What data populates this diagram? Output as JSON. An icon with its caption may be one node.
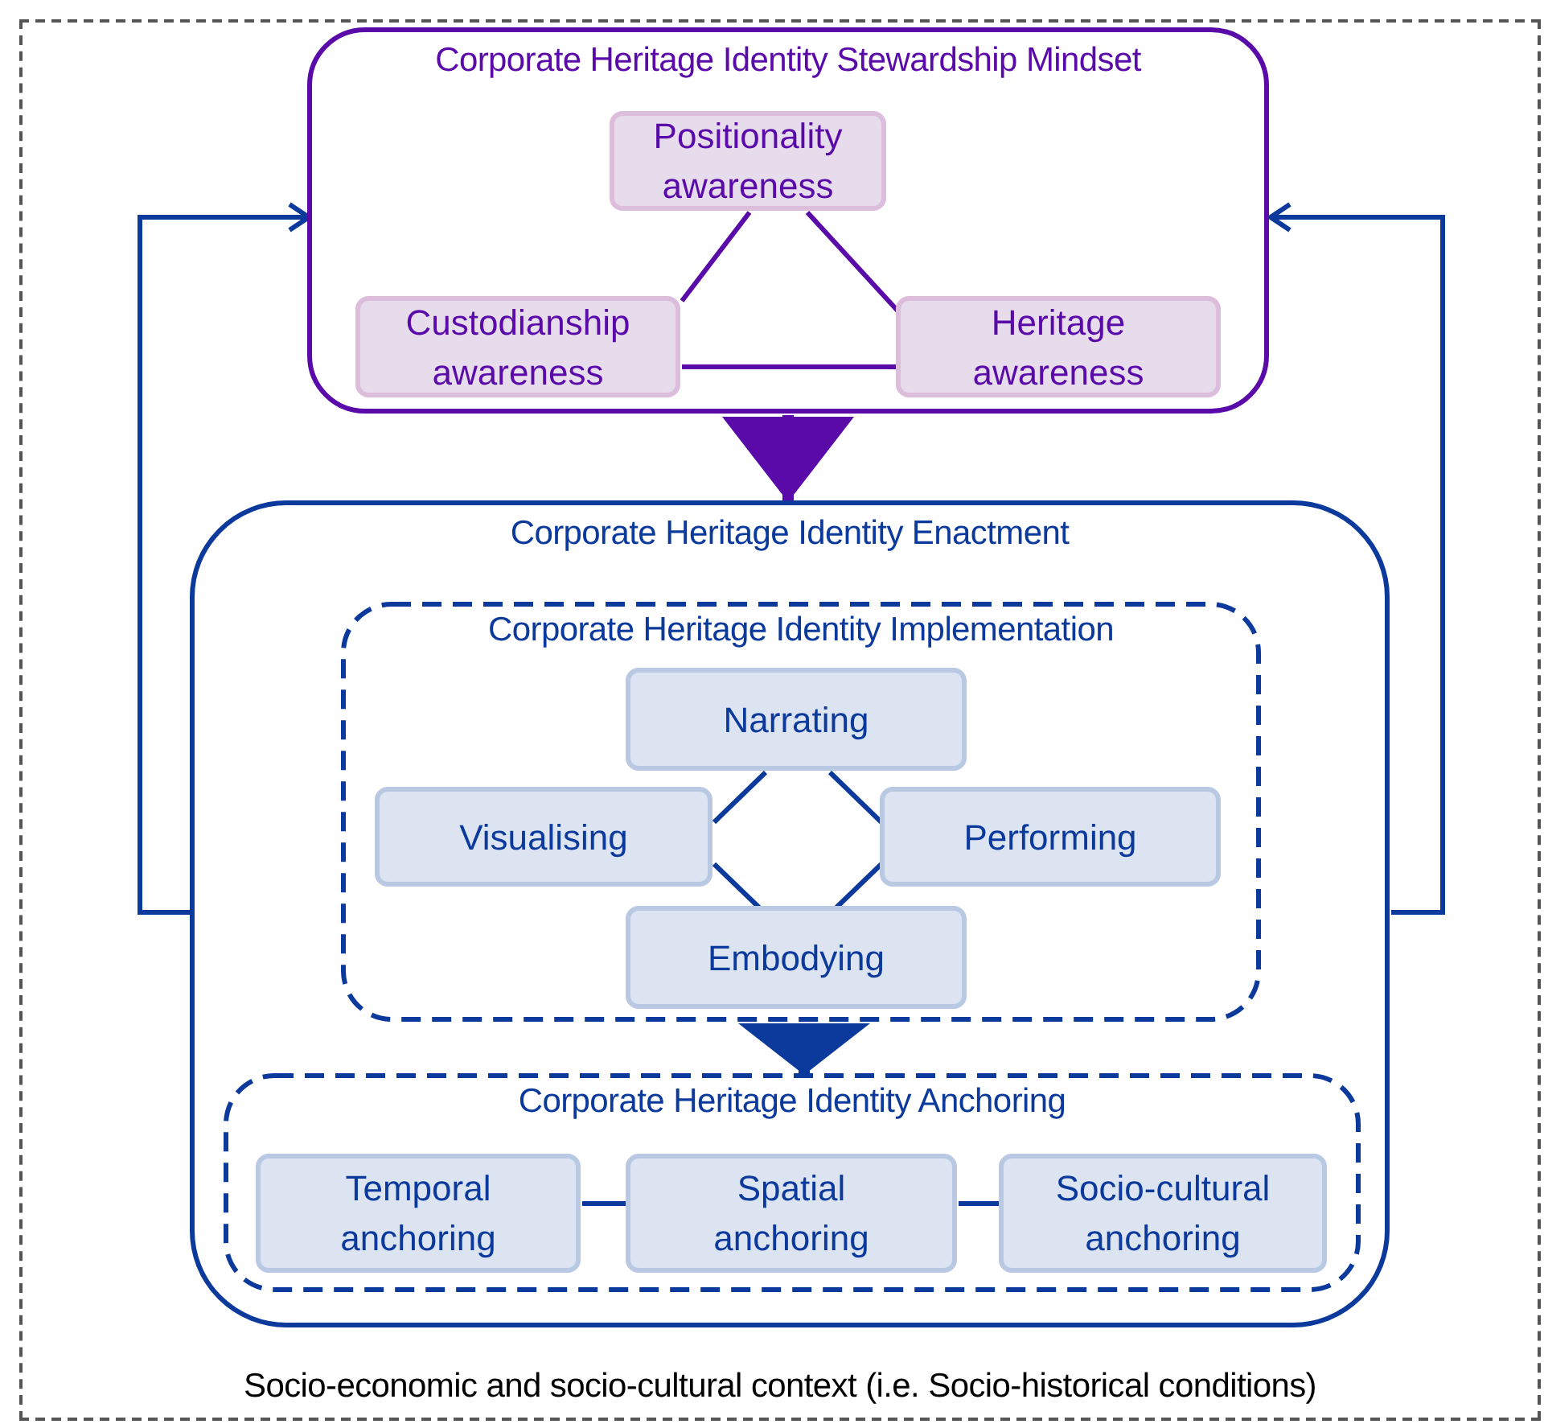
{
  "diagram": {
    "nodes": [
      {
        "text": [
          "Socio-economic and socio-cultural context (i.e. Socio-historical conditions)"
        ]
      },
      {
        "text": [
          "Corporate Heritage Identity Stewardship Mindset"
        ],
        "in": 0
      },
      {
        "text": [
          "Positionality awareness"
        ],
        "in": 1
      },
      {
        "text": [
          "Custodianship awareness"
        ],
        "in": 1
      },
      {
        "text": [
          "Heritage awareness"
        ],
        "in": 1
      },
      {
        "text": [
          "Corporate Heritage Identity Enactment"
        ],
        "in": 0
      },
      {
        "text": [
          "Corporate Heritage Identity Implementation"
        ],
        "in": 5
      },
      {
        "text": [
          "Narrating"
        ],
        "in": 6
      },
      {
        "text": [
          "Visualising"
        ],
        "in": 6
      },
      {
        "text": [
          "Performing"
        ],
        "in": 6
      },
      {
        "text": [
          "Embodying"
        ],
        "in": 6
      },
      {
        "text": [
          "Corporate Heritage Identity Anchoring"
        ],
        "in": 5
      },
      {
        "text": [
          "Temporal anchoring"
        ],
        "in": 11
      },
      {
        "text": [
          "Spatial anchoring"
        ],
        "in": 11
      },
      {
        "text": [
          "Socio-cultural anchoring"
        ],
        "in": 11
      }
    ],
    "edges": [
      {
        "from": 2,
        "to": 3,
        "arrow": "none",
        "color": "#5a0aa8"
      },
      {
        "from": 2,
        "to": 4,
        "arrow": "none",
        "color": "#5a0aa8"
      },
      {
        "from": 3,
        "to": 4,
        "arrow": "none",
        "color": "#5a0aa8"
      },
      {
        "from": 1,
        "to": 5,
        "arrow": "to",
        "style": "thick",
        "color": "#5a0aa8"
      },
      {
        "from": 5,
        "to": 1,
        "arrow": "to"
      },
      {
        "from": 5,
        "to": 1,
        "arrow": "to"
      },
      {
        "from": 7,
        "to": 8,
        "arrow": "none"
      },
      {
        "from": 7,
        "to": 9,
        "arrow": "none"
      },
      {
        "from": 8,
        "to": 10,
        "arrow": "none"
      },
      {
        "from": 9,
        "to": 10,
        "arrow": "none"
      },
      {
        "from": 6,
        "to": 11,
        "arrow": "to",
        "style": "thick"
      },
      {
        "from": 12,
        "to": 13,
        "arrow": "none"
      },
      {
        "from": 13,
        "to": 14,
        "arrow": "none"
      }
    ]
  }
}
